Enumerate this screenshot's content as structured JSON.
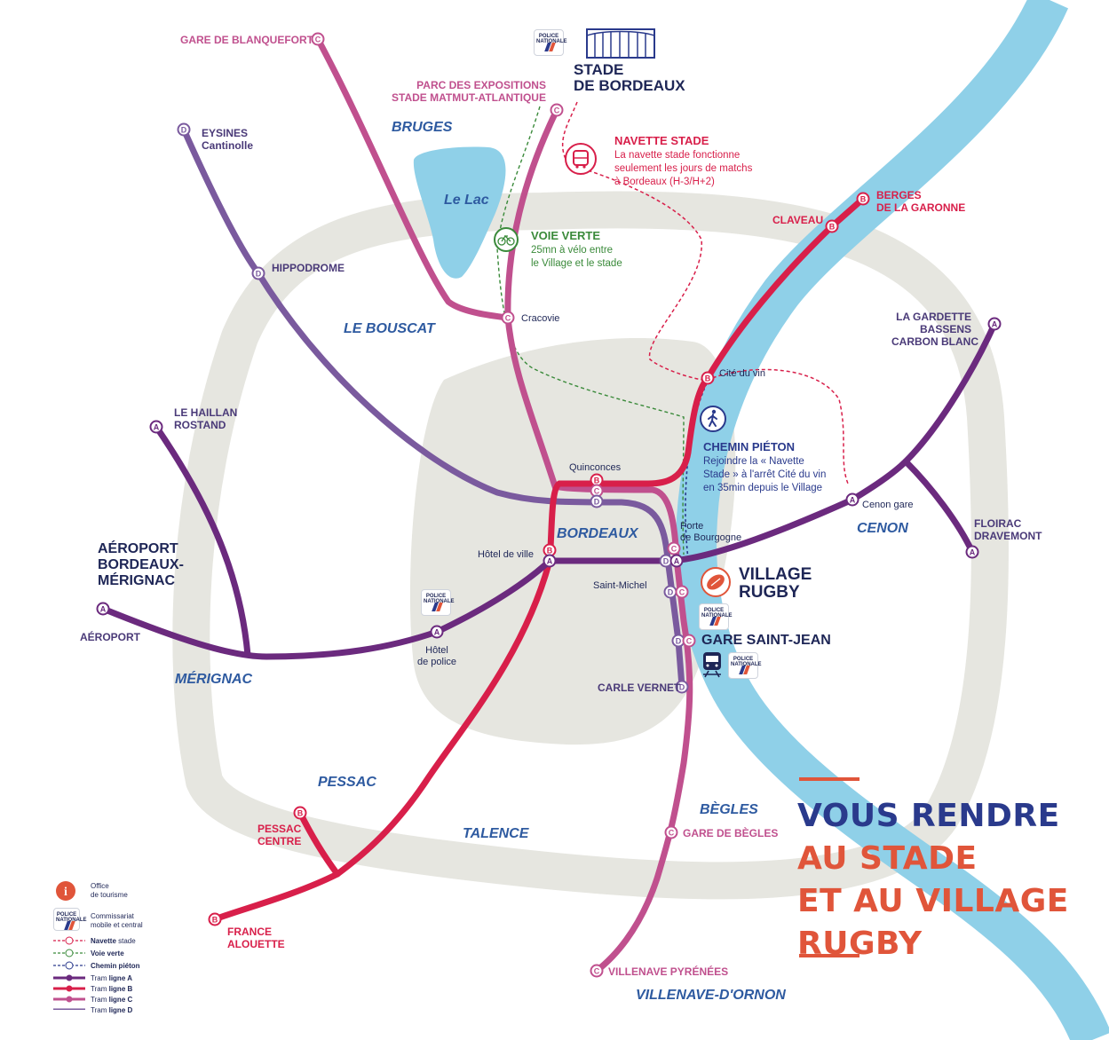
{
  "headline": {
    "line1": "VOUS RENDRE",
    "line2": "AU STADE",
    "line3": "ET AU VILLAGE",
    "line4": "RUGBY"
  },
  "places": {
    "stade_line1": "STADE",
    "stade_line2": "DE BORDEAUX",
    "village_line1": "VILLAGE",
    "village_line2": "RUGBY",
    "gare": "GARE SAINT-JEAN",
    "aeroport_line1": "AÉROPORT",
    "aeroport_line2": "BORDEAUX-",
    "aeroport_line3": "MÉRIGNAC",
    "lake": "Le Lac"
  },
  "districts": {
    "bruges": "BRUGES",
    "le_bouscat": "LE BOUSCAT",
    "bordeaux": "BORDEAUX",
    "cenon": "CENON",
    "merignac": "MÉRIGNAC",
    "pessac": "PESSAC",
    "talence": "TALENCE",
    "begles": "BÈGLES",
    "villenave": "VILLENAVE-D'ORNON"
  },
  "terminals": {
    "gare_de_blanquefort": "GARE DE BLANQUEFORT",
    "parc_line1": "PARC DES EXPOSITIONS",
    "parc_line2": "STADE MATMUT-ATLANTIQUE",
    "eysines_line1": "EYSINES",
    "eysines_line2": "Cantinolle",
    "hippodrome": "HIPPODROME",
    "claveau": "CLAVEAU",
    "berges_line1": "BERGES",
    "berges_line2": "DE LA GARONNE",
    "gardette_line1": "LA GARDETTE",
    "gardette_line2": "BASSENS",
    "gardette_line3": "CARBON BLANC",
    "haillan_line1": "LE HAILLAN",
    "haillan_line2": "ROSTAND",
    "aeroport_stop": "AÉROPORT",
    "floirac_line1": "FLOIRAC",
    "floirac_line2": "DRAVEMONT",
    "carle_vernet": "CARLE VERNET",
    "pessac_centre_line1": "PESSAC",
    "pessac_centre_line2": "CENTRE",
    "france_line1": "FRANCE",
    "france_line2": "ALOUETTE",
    "gare_de_begles": "GARE DE BÈGLES",
    "villenave_pyrenees": "VILLENAVE PYRÉNÉES"
  },
  "stops": {
    "cracovie": "Cracovie",
    "cite_du_vin": "Cité du vin",
    "quinconces": "Quinconces",
    "hotel_de_ville": "Hôtel de ville",
    "porte_line1": "Porte",
    "porte_line2": "de Bourgogne",
    "saint_michel": "Saint-Michel",
    "cenon_gare": "Cenon gare",
    "hotel_police_line1": "Hôtel",
    "hotel_police_line2": "de police"
  },
  "navette": {
    "title": "NAVETTE STADE",
    "line1": "La navette stade fonctionne",
    "line2": "seulement les jours de matchs",
    "line3": "à Bordeaux (H-3/H+2)"
  },
  "voie_verte": {
    "title": "VOIE VERTE",
    "line1": "25mn à vélo entre",
    "line2": "le Village et le stade"
  },
  "chemin": {
    "title": "CHEMIN PIÉTON",
    "line1": "Rejoindre la « Navette",
    "line2": "Stade » à l'arrêt Cité du vin",
    "line3": "en 35min depuis le Village"
  },
  "police_badge": "POLICE NATIONALE",
  "legend": {
    "office_1": "Office",
    "office_2": "de tourisme",
    "commissariat_1": "Commissariat",
    "commissariat_2": "mobile et central",
    "navette_bold": "Navette",
    "navette_rest": " stade",
    "voie_verte": "Voie verte",
    "chemin": "Chemin piéton",
    "tram_prefix": "Tram ",
    "tram_a": "ligne A",
    "tram_b": "ligne B",
    "tram_c": "ligne C",
    "tram_d": "ligne D"
  },
  "line_letters": {
    "a": "A",
    "b": "B",
    "c": "C",
    "d": "D"
  },
  "colors": {
    "tram_a": "#6b2a7e",
    "tram_b": "#d81f4a",
    "tram_c": "#c0508e",
    "tram_d": "#7a5a9e",
    "river": "#8fd0e8",
    "ring": "#e6e6e0",
    "center": "#e6e6e0",
    "navette": "#d81f4a",
    "voie_verte": "#3a8a3a",
    "chemin": "#2a3a8c"
  }
}
